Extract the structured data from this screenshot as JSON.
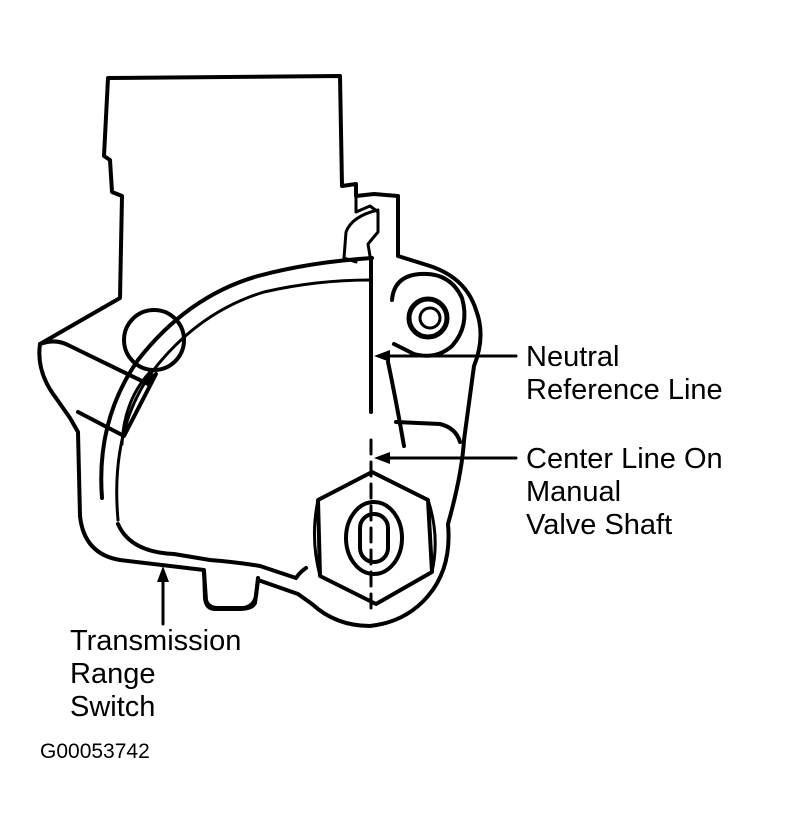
{
  "labels": {
    "neutral_reference_line": [
      "Neutral",
      "Reference Line"
    ],
    "center_line": [
      "Center Line On",
      "Manual",
      "Valve Shaft"
    ],
    "transmission_range_switch": [
      "Transmission",
      "Range",
      "Switch"
    ]
  },
  "figure_id": "G00053742",
  "colors": {
    "ink": "#000000",
    "paper": "#ffffff"
  }
}
